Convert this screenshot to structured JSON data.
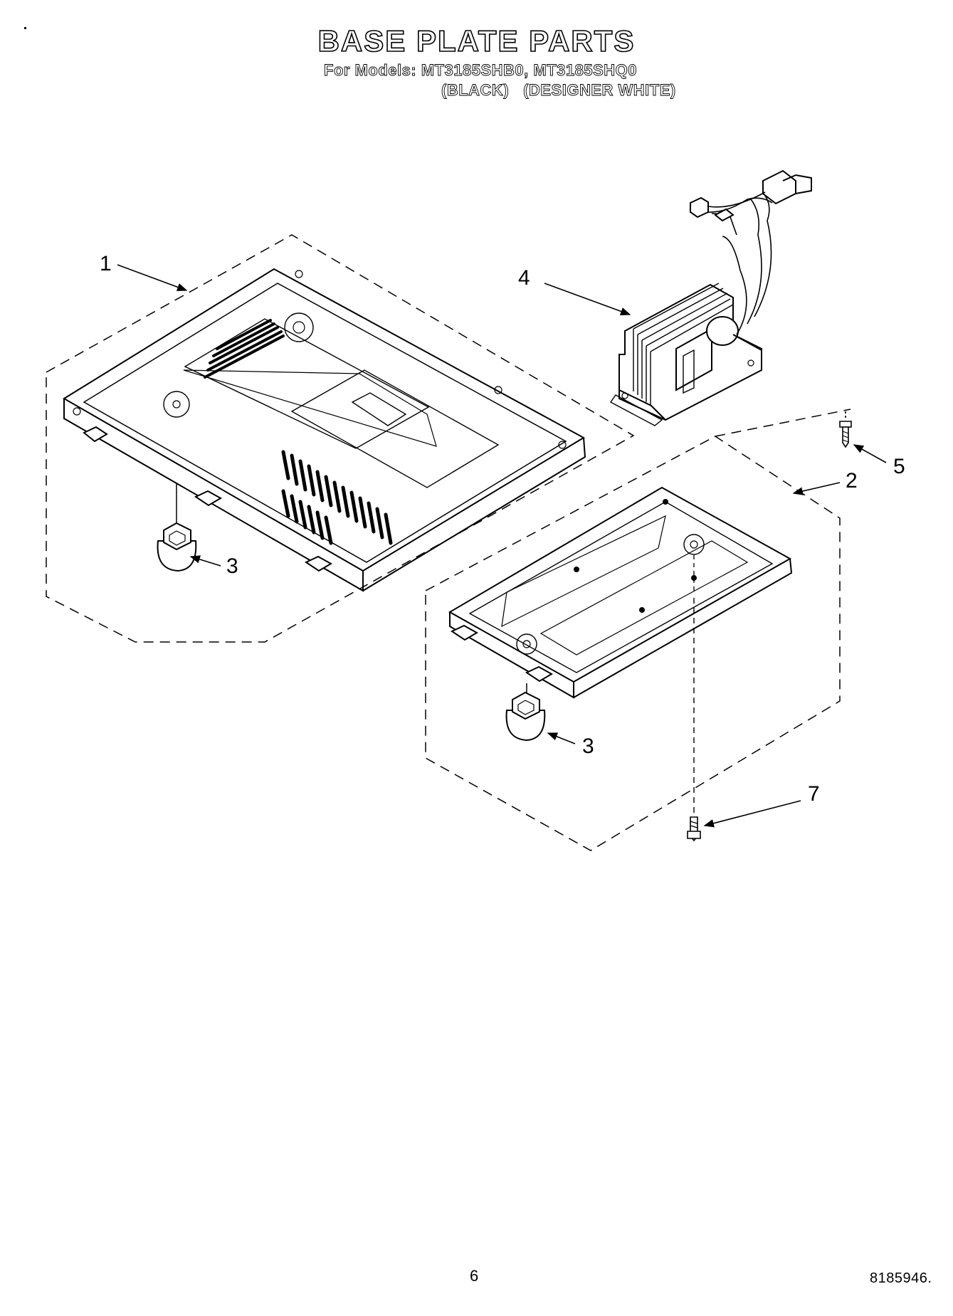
{
  "header": {
    "title": "BASE PLATE PARTS",
    "models_line": "For Models: MT3185SHB0, MT3185SHQ0",
    "variant_black": "(BLACK)",
    "variant_white": "(DESIGNER WHITE)"
  },
  "callouts": {
    "c1": "1",
    "c2": "2",
    "c3a": "3",
    "c3b": "3",
    "c4": "4",
    "c5": "5",
    "c7": "7"
  },
  "footer": {
    "page_number": "6",
    "document_number": "8185946."
  }
}
